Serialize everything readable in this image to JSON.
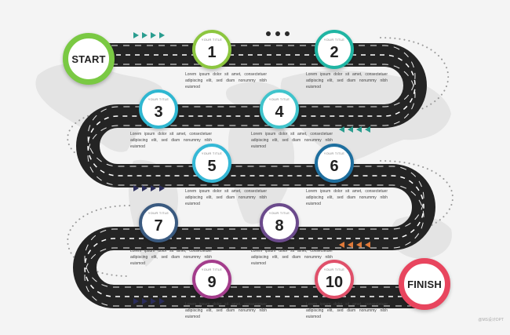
{
  "start_label": "START",
  "finish_label": "FINISH",
  "milestone_caption": "YOUR TITLE",
  "description_text": "Lorem ipsum dolor sit amet, consectetuer adipiscing elit, sed diam nonummy nibh euismod",
  "credit": "@MS设计DPT",
  "colors": {
    "road": "#242424",
    "start": "#7ac943",
    "finish": "#e8455e",
    "accent_teal": "#2a9d8f",
    "accent_orange": "#e07a3a",
    "accent_navy": "#2b2d5b"
  },
  "milestones": [
    {
      "number": "1",
      "color": "#8cc63f"
    },
    {
      "number": "2",
      "color": "#1fb5a3"
    },
    {
      "number": "3",
      "color": "#2fb7d1"
    },
    {
      "number": "4",
      "color": "#40c4cc"
    },
    {
      "number": "5",
      "color": "#35b8d6"
    },
    {
      "number": "6",
      "color": "#1e6f9f"
    },
    {
      "number": "7",
      "color": "#3a5a80"
    },
    {
      "number": "8",
      "color": "#6b4a8c"
    },
    {
      "number": "9",
      "color": "#a43d8c"
    },
    {
      "number": "10",
      "color": "#e0506a"
    }
  ],
  "arrow_groups": [
    {
      "direction": "right",
      "color": "#2a9d8f"
    },
    {
      "direction": "left",
      "color": "#2a9d8f"
    },
    {
      "direction": "right",
      "color": "#2b2d5b"
    },
    {
      "direction": "left",
      "color": "#e07a3a"
    },
    {
      "direction": "right",
      "color": "#2b2d5b"
    }
  ]
}
